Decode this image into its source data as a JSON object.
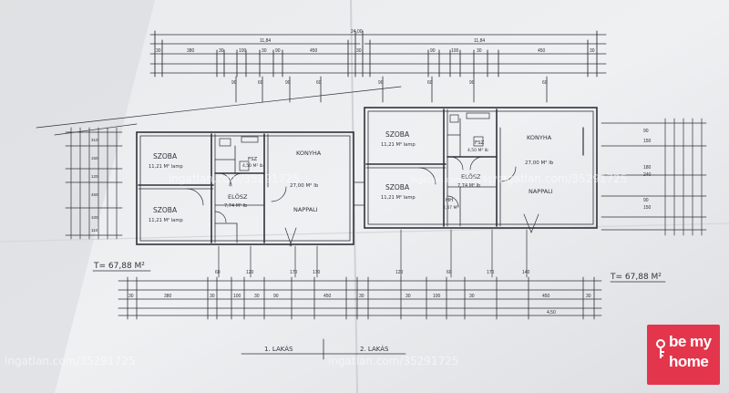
{
  "plan": {
    "unit1": {
      "rooms": {
        "szoba_top": {
          "name": "SZOBA",
          "area": "11,21 M² lamp"
        },
        "szoba_bottom": {
          "name": "SZOBA",
          "area": "11,21 M² lamp"
        },
        "konyha": {
          "name": "KONYHA"
        },
        "nappali": {
          "name": "NAPPALI",
          "area": "27,00 M² lb"
        },
        "elosz": {
          "name": "ELŐSZ",
          "area": "7,74 M² lb"
        },
        "fsz": {
          "name": "FSZ",
          "area": "4,50 M² lb"
        }
      },
      "total": "T= 67,88 M²",
      "caption": "1. LAKÁS"
    },
    "unit2": {
      "rooms": {
        "szoba_top": {
          "name": "SZOBA",
          "area": "11,21 M² lamp"
        },
        "szoba_bottom": {
          "name": "SZOBA",
          "area": "11,21 M² lamp"
        },
        "konyha": {
          "name": "KONYHA",
          "area": "27,00 M² lb"
        },
        "nappali": {
          "name": "NAPPALI"
        },
        "elosz": {
          "name": "ELŐSZ",
          "area": "7,74 M² lb"
        },
        "fsz": {
          "name": "FSZ",
          "area": "4,50 M² lb"
        },
        "hh": {
          "name": "HH",
          "area": "2,47 M²"
        }
      },
      "total": "T= 67,88 M²",
      "caption": "2. LAKÁS"
    },
    "dims": {
      "top_total": "24,00",
      "top_half_left": "11,84",
      "top_half_right": "11,84",
      "top_row": [
        "30",
        "380",
        "30",
        "100",
        "30",
        "90",
        "450",
        "30",
        "90",
        "100",
        "30",
        "450",
        "30"
      ],
      "top_openings": [
        "90",
        "60",
        "90",
        "60",
        "90",
        "60",
        "90",
        "60"
      ],
      "bottom_row": [
        "30",
        "380",
        "30",
        "100",
        "30",
        "90",
        "450",
        "30",
        "30",
        "100",
        "30",
        "450",
        "30"
      ],
      "bottom_openings": [
        "60",
        "120",
        "170",
        "170",
        "120",
        "60",
        "170",
        "140"
      ],
      "bottom_total": "4,50",
      "left_side": [
        "310",
        "150",
        "120",
        "450",
        "100",
        "110"
      ],
      "right_side": [
        "90",
        "150",
        "180",
        "240",
        "90",
        "150"
      ]
    }
  },
  "watermarks": [
    "ingatlan.com/35291725",
    "ingatlan.com/35291725",
    "ingatlan.com/35291725",
    "ingatlan.com/35291725",
    "ingatlan.com/35291725"
  ],
  "brand": {
    "line1": "be my",
    "line2": "home",
    "color": "#e3364d"
  }
}
